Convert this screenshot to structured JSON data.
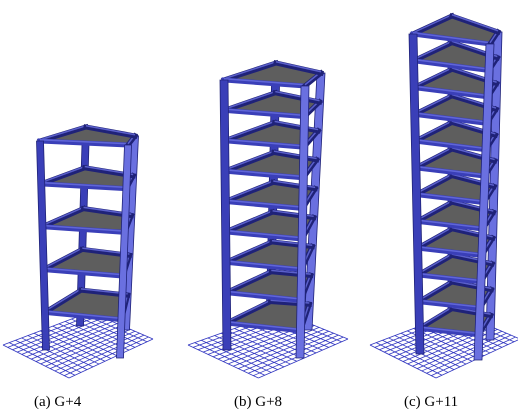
{
  "figure": {
    "panels": [
      {
        "caption": "(a) G+4",
        "storeys": 5
      },
      {
        "caption": "(b) G+8",
        "storeys": 9
      },
      {
        "caption": "(c) G+11",
        "storeys": 12
      }
    ],
    "colors": {
      "frame": "#3a3fb8",
      "frame_dark": "#1f2278",
      "frame_light": "#6a70e0",
      "slab": "#5e5e5e",
      "slab_dark": "#3c3c3c",
      "ground_grid": "#3035c0",
      "background": "#ffffff"
    }
  }
}
